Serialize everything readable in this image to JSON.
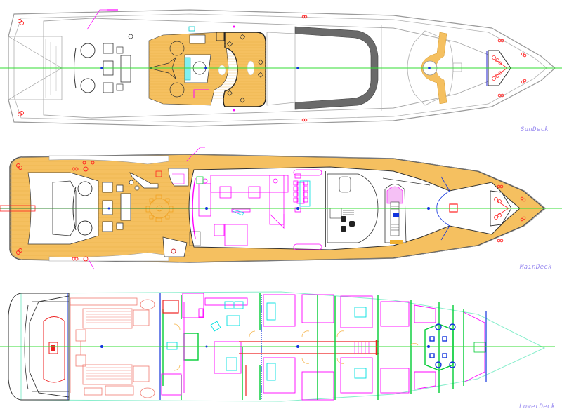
{
  "drawing": {
    "type": "yacht general arrangement deck plans",
    "colors": {
      "background": "#ffffff",
      "hull_outline": "#9a9a9a",
      "hull_dark": "#333333",
      "teak_deck": "#f5c060",
      "teak_lines": "#e6a83a",
      "centerline": "#33dd33",
      "furniture_magenta": "#ff00ff",
      "fixtures_cyan": "#00e0e0",
      "machinery_red": "#f07a70",
      "bulkhead_green": "#00cc33",
      "bulkhead_blue": "#1111cc",
      "label_lavender": "#9a8cf0",
      "fender_red": "#ff2020",
      "mid_point_blue": "#1133dd",
      "hull_lower_green": "#88eecc",
      "sun_pad_grey": "#666666"
    },
    "decks": [
      {
        "id": "sun",
        "label": "SunDeck"
      },
      {
        "id": "main",
        "label": "MainDeck"
      },
      {
        "id": "lower",
        "label": "LowerDeck"
      }
    ]
  }
}
